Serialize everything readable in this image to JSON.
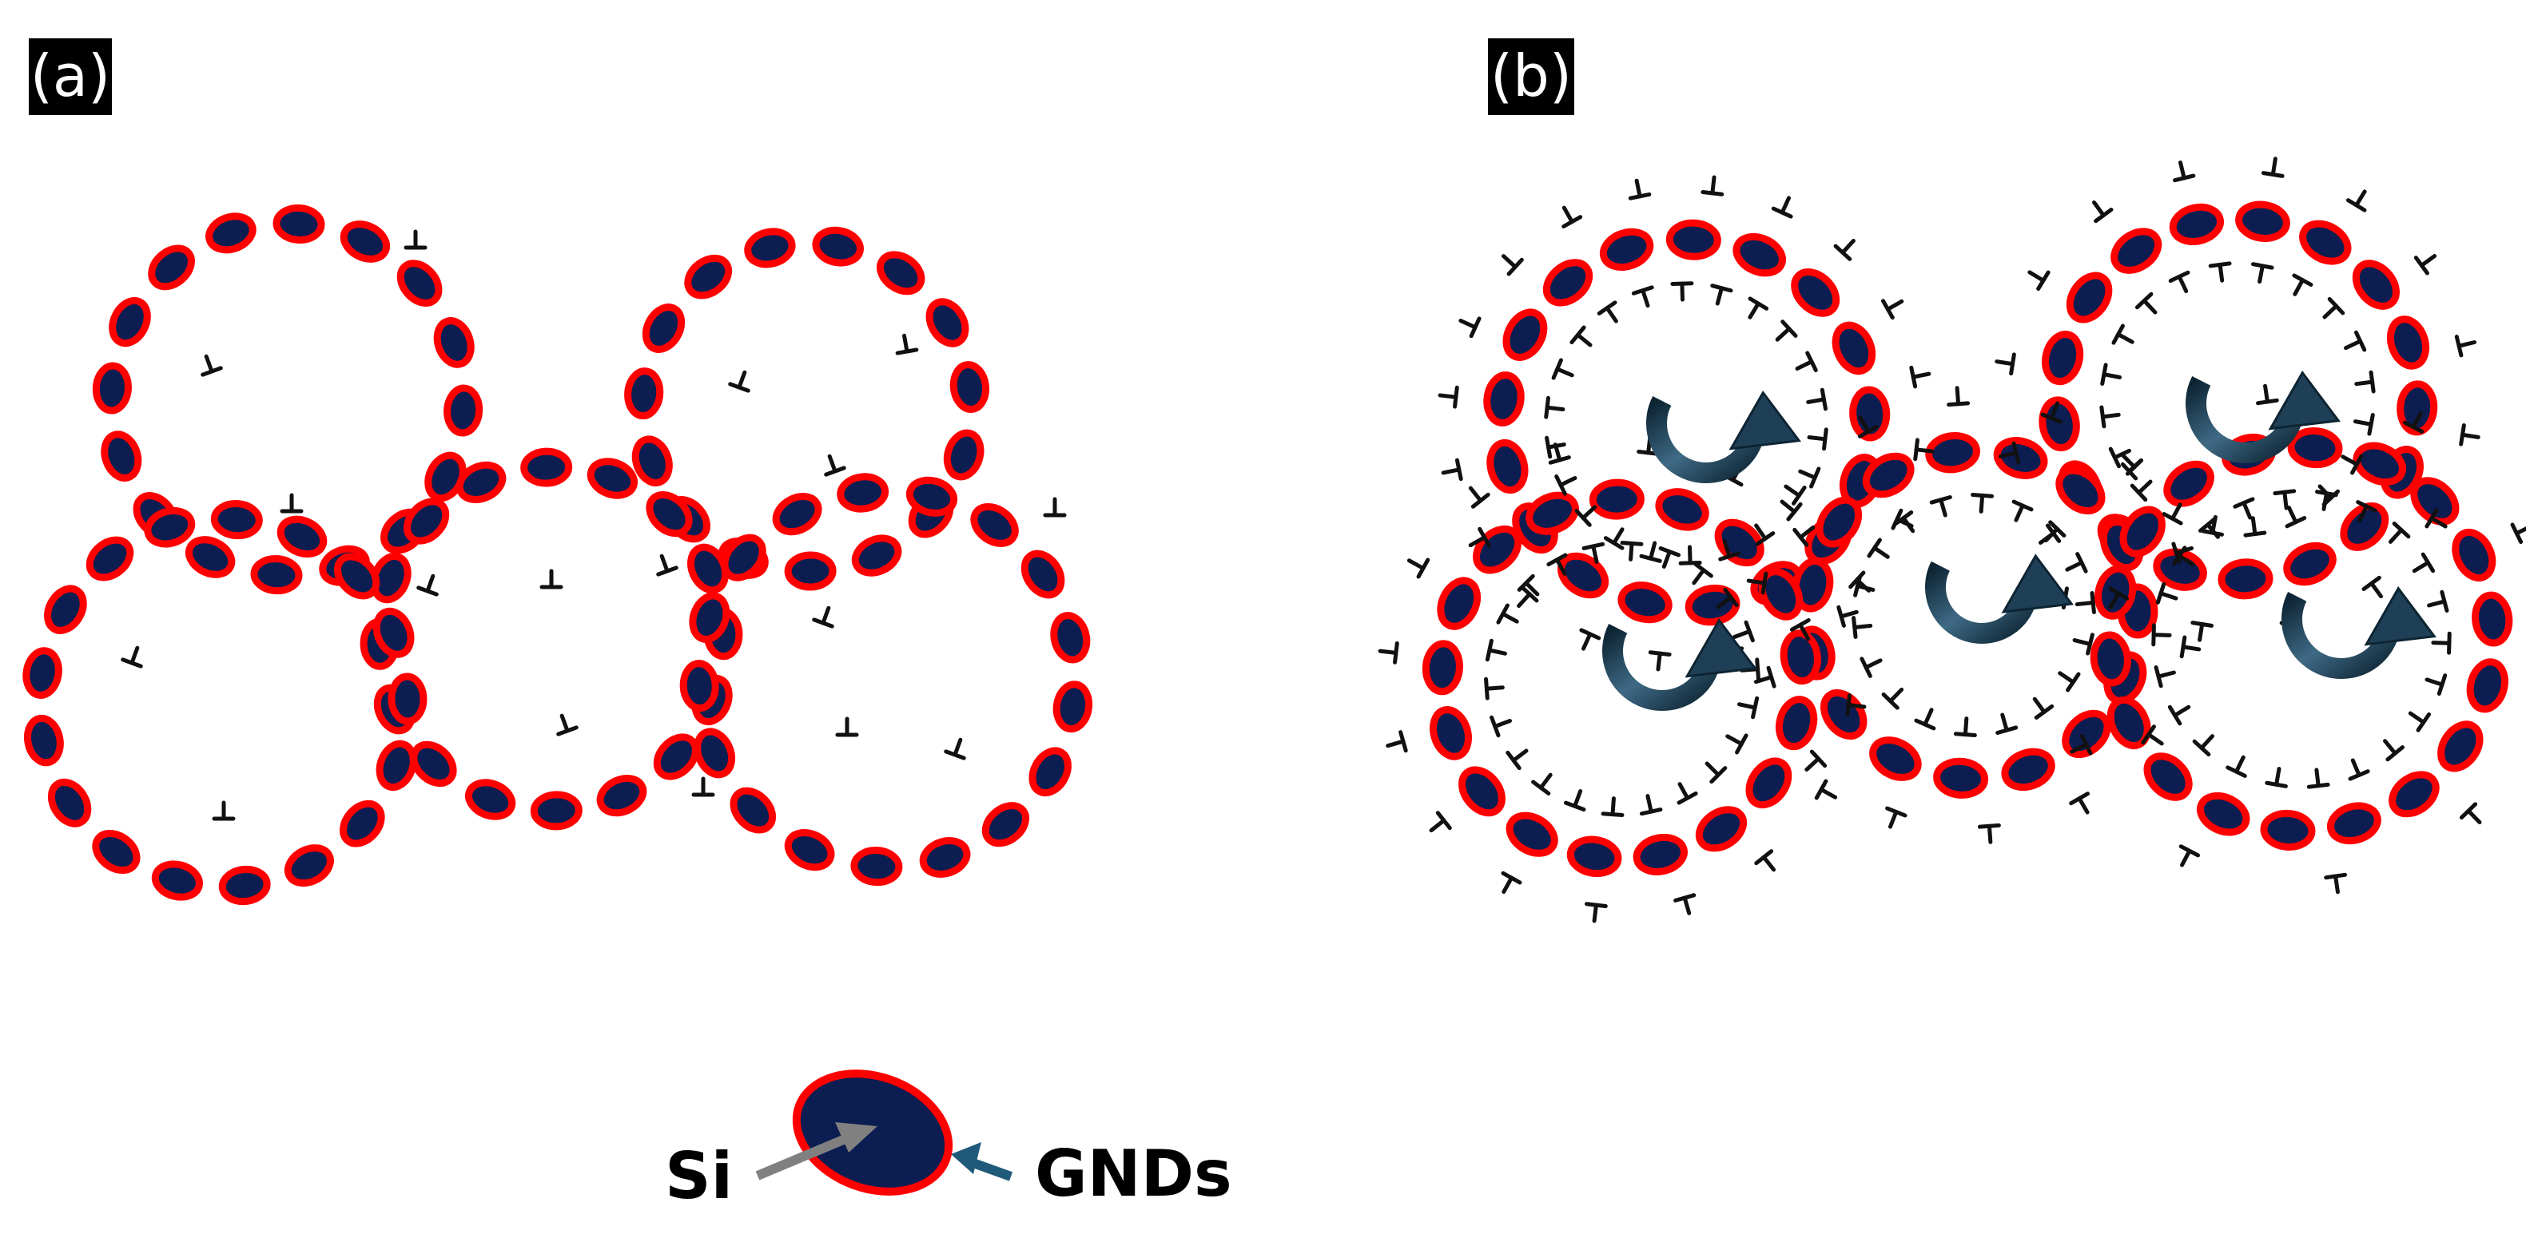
{
  "panels": [
    {
      "label": "(a)"
    },
    {
      "label": "(b)"
    }
  ],
  "legend": {
    "si_label": "Si",
    "gnd_label": "GNDs"
  },
  "colors": {
    "particle_fill": "#0c1d52",
    "particle_outline": "#ff0000",
    "dislocation": "#111111",
    "si_arrow": "#808080",
    "gnd_arrow": "#1f5a7a",
    "rotation_arrow": "#1f3f56",
    "label_bg": "#000000",
    "label_text": "#ffffff"
  },
  "icons": {
    "particle": "ellipse-particle-icon",
    "dislocation": "edge-dislocation-tee-icon",
    "rotation": "curved-rotation-arrow-icon"
  }
}
